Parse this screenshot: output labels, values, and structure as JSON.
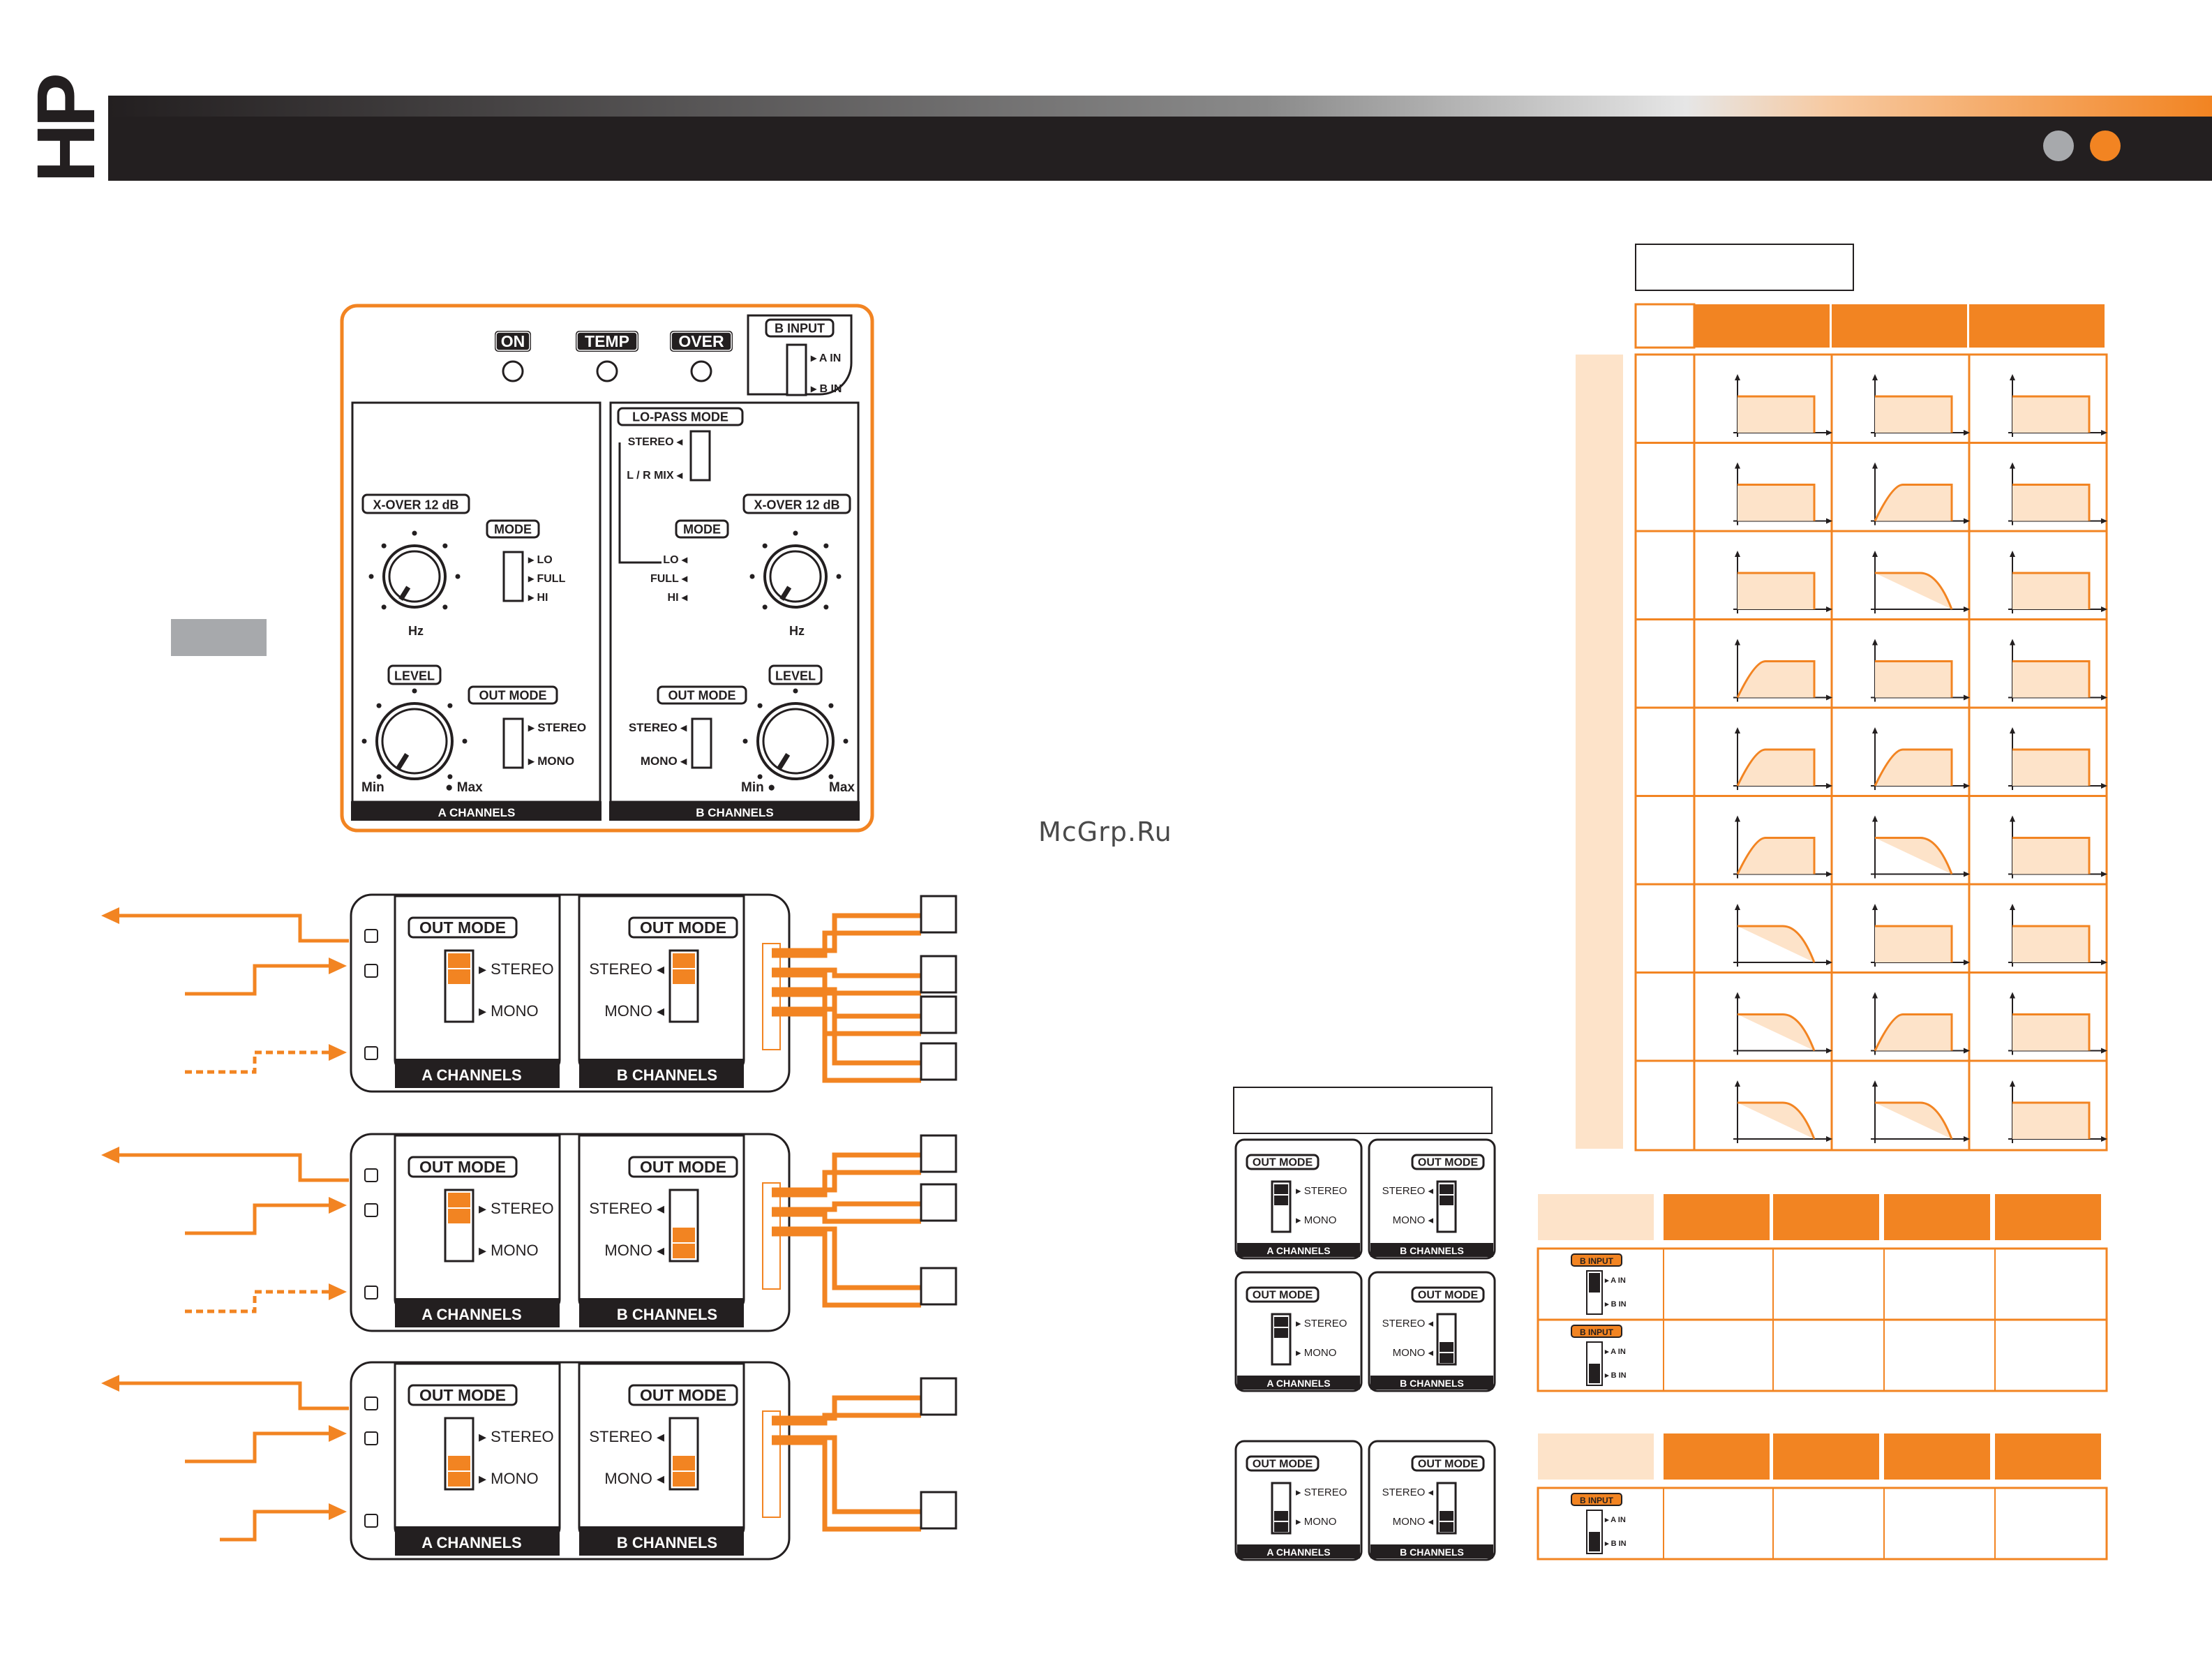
{
  "header": {
    "logo_text": "HP",
    "accent_color": "#f28422",
    "dark_color": "#231f20",
    "grey_dot_color": "#a7a9ac"
  },
  "watermark": "McGrp.Ru",
  "panel": {
    "leds": [
      "ON",
      "TEMP",
      "OVER"
    ],
    "b_input": {
      "title": "B INPUT",
      "opt1": "A IN",
      "opt2": "B IN"
    },
    "lo_pass": {
      "title": "LO-PASS MODE",
      "opt1": "STEREO",
      "opt2": "L / R MIX"
    },
    "xover_label": "X-OVER 12 dB",
    "mode_label": "MODE",
    "mode_options": [
      "LO",
      "FULL",
      "HI"
    ],
    "hz_label": "Hz",
    "level_label": "LEVEL",
    "out_mode_label": "OUT MODE",
    "out_mode_options": [
      "STEREO",
      "MONO"
    ],
    "min_label": "Min",
    "max_label": "Max",
    "a_channels": "A CHANNELS",
    "b_channels": "B CHANNELS"
  },
  "config_boxes": {
    "out_mode": "OUT MODE",
    "stereo": "STEREO",
    "mono": "MONO",
    "a_channels": "A CHANNELS",
    "b_channels": "B CHANNELS"
  },
  "b_input_small": {
    "title": "B INPUT",
    "a_in": "A IN",
    "b_in": "B IN"
  },
  "icons": [
    "arrow-left-icon",
    "arrow-right-icon",
    "dashed-arrow-right-icon",
    "knob-icon",
    "led-icon",
    "slide-switch-icon",
    "speaker-terminal-icon",
    "filter-response-icon"
  ]
}
